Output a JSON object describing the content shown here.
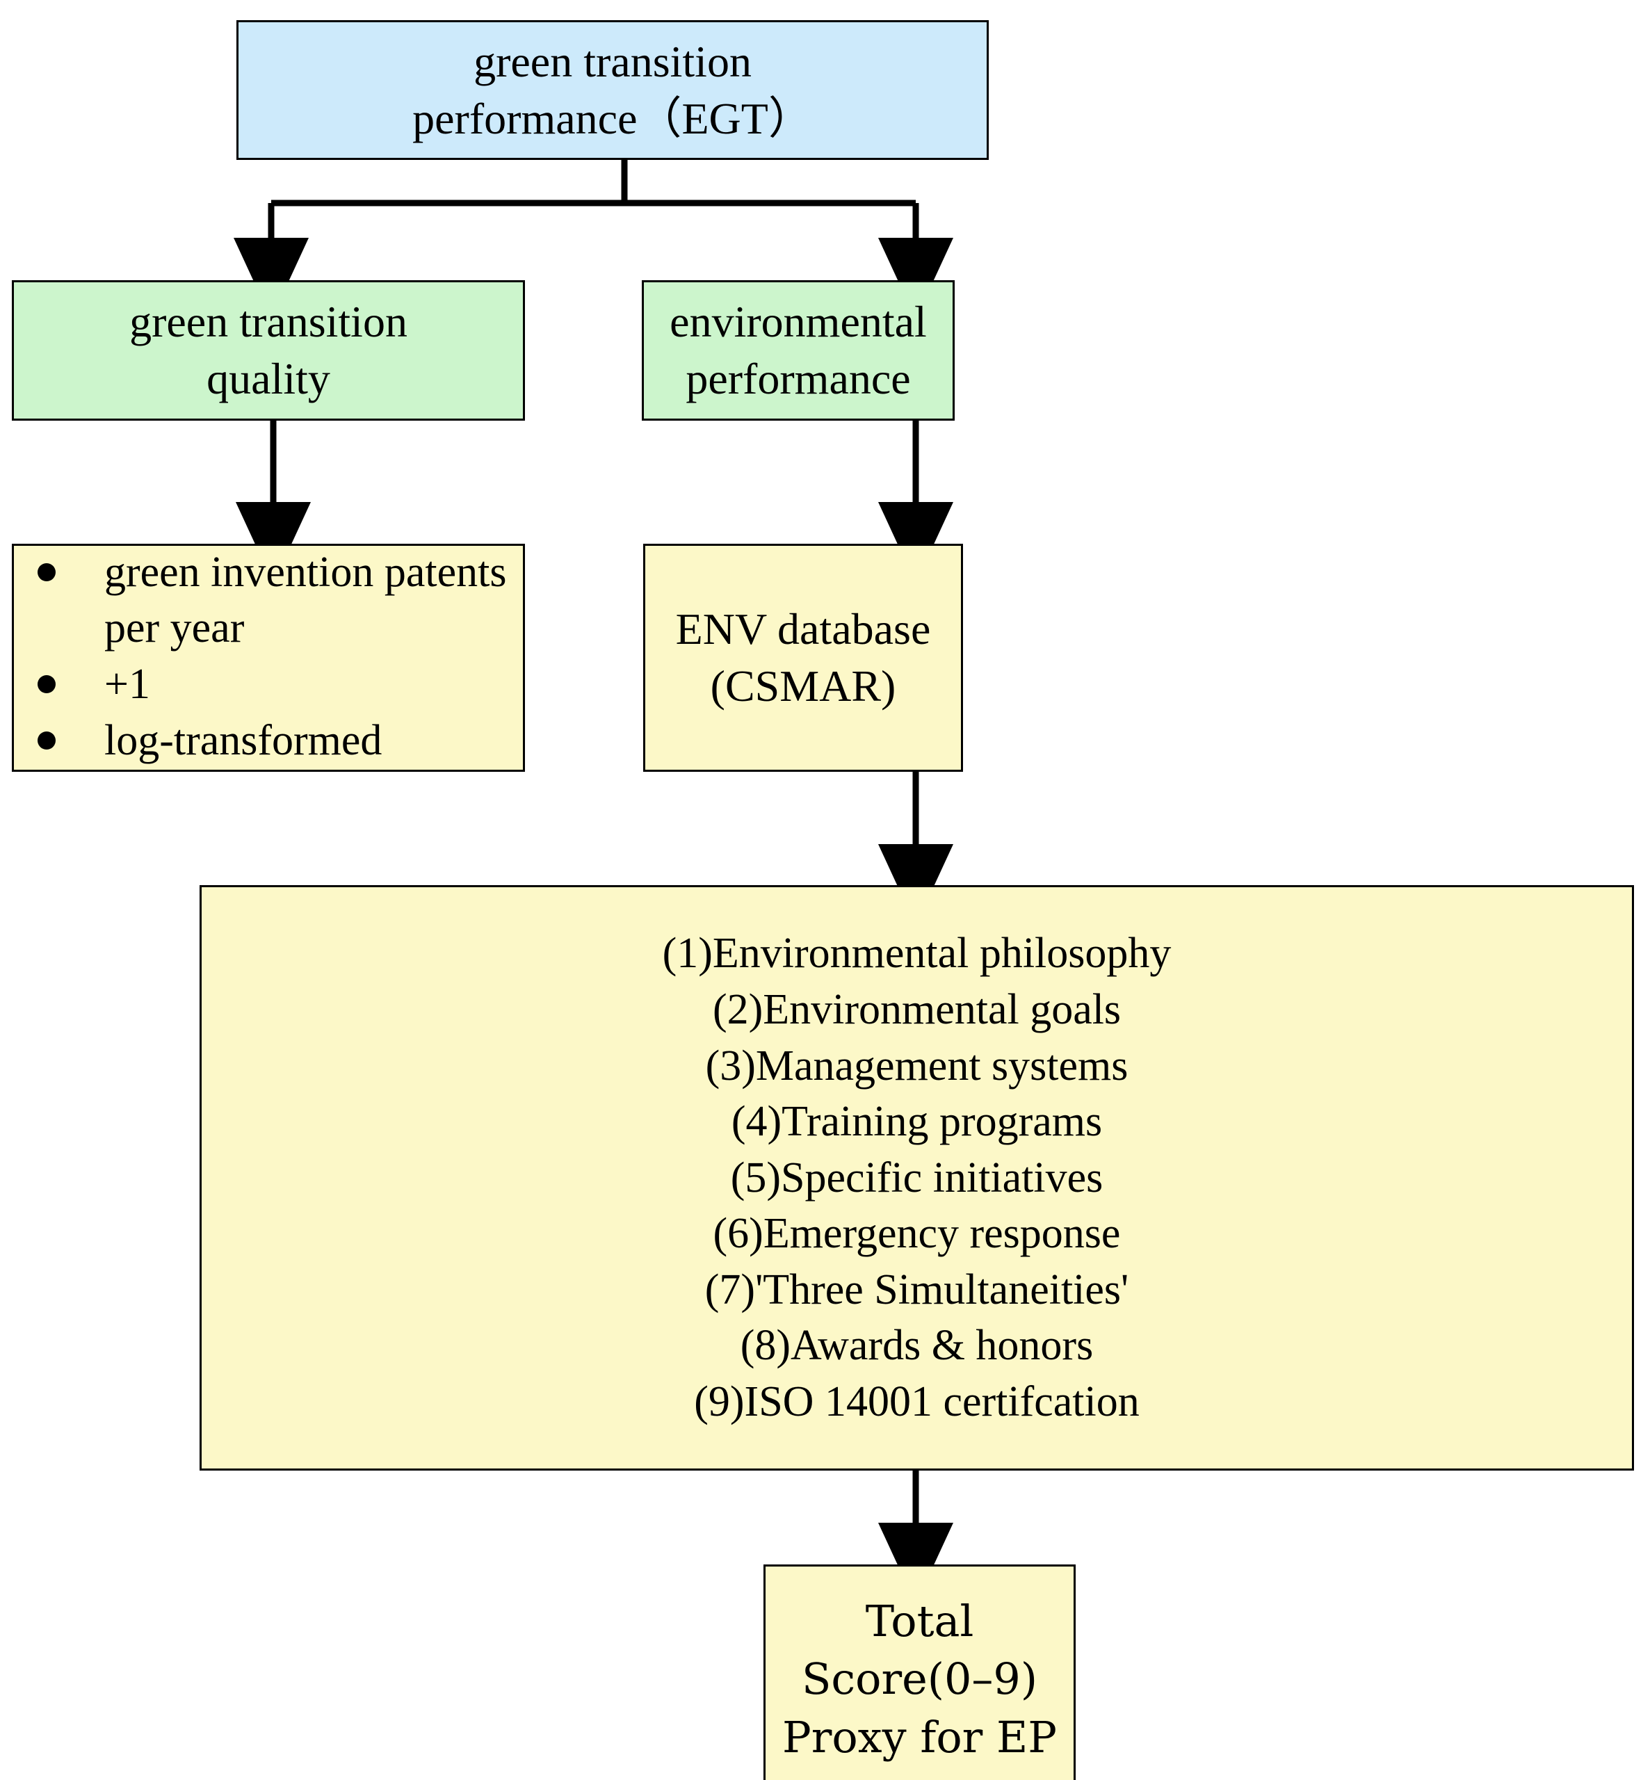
{
  "diagram": {
    "title_node": {
      "id": "EGT",
      "lines": [
        "green transition",
        "performance（EGT）"
      ],
      "fill": "#cdeafb"
    },
    "branch_nodes": [
      {
        "id": "green-transition-quality",
        "lines": [
          "green transition",
          "quality"
        ],
        "fill": "#ccf5cc"
      },
      {
        "id": "environmental-performance",
        "lines": [
          "environmental",
          "performance"
        ],
        "fill": "#ccf5cc"
      }
    ],
    "patents_node": {
      "id": "green-invention-patents",
      "fill": "#fcf8c8",
      "bullets": [
        "green invention patents  per year",
        "+1",
        "log-transformed"
      ]
    },
    "database_node": {
      "id": "env-database",
      "lines": [
        "ENV database",
        "(CSMAR)"
      ],
      "fill": "#fcf8c8"
    },
    "dimensions_node": {
      "id": "env-dimensions",
      "fill": "#fcf8c8",
      "items": [
        "(1)Environmental philosophy",
        "(2)Environmental goals",
        "(3)Management systems",
        "(4)Training programs",
        "(5)Specific initiatives",
        "(6)Emergency response",
        "(7)'Three Simultaneities'",
        "(8)Awards & honors",
        "(9)ISO 14001 certifcation"
      ]
    },
    "total_node": {
      "id": "total-score",
      "fill": "#fcf8c8",
      "lines": [
        "Total",
        "Score(0–9)",
        "Proxy for EP"
      ]
    },
    "edge_color": "#000000",
    "border_color": "#000000"
  }
}
